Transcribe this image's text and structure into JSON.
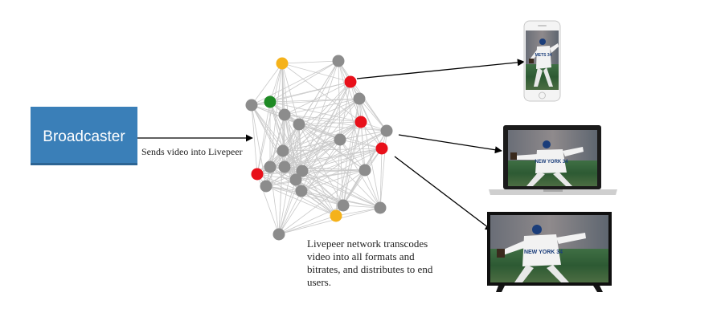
{
  "broadcaster": {
    "label": "Broadcaster",
    "fill": "#3a7fb8"
  },
  "edge_label": "Sends video into Livepeer",
  "network_caption": "Livepeer network transcodes video into all formats and bitrates, and distributes to end users.",
  "node_colors": {
    "gray": "#8c8c8c",
    "red": "#e8101a",
    "yellow": "#f5b21a",
    "green": "#1e8a24"
  },
  "devices": {
    "phone": {
      "jersey_text": "METS 34"
    },
    "laptop": {
      "jersey_text": "NEW YORK 34"
    },
    "tv": {
      "jersey_text": "NEW YORK 34"
    }
  }
}
